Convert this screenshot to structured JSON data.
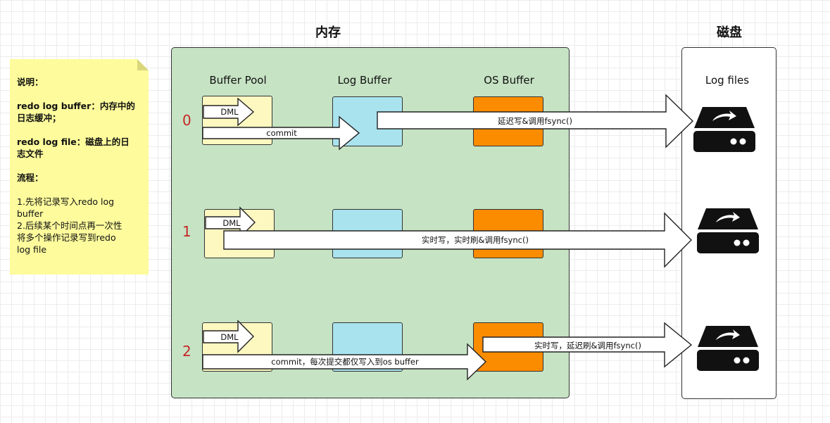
{
  "titles": {
    "memory": "内存",
    "disk": "磁盘"
  },
  "columns": {
    "buffer_pool": "Buffer Pool",
    "log_buffer": "Log Buffer",
    "os_buffer": "OS Buffer",
    "log_files": "Log files"
  },
  "note": {
    "heading": "说明：",
    "line1a": "redo log buffer：内存中的",
    "line1b": "日志缓冲；",
    "line2a": "redo log file：磁盘上的日",
    "line2b": "志文件",
    "flow_heading": "流程：",
    "step1a": "1.先将记录写入redo log",
    "step1b": "buffer",
    "step2a": "2.后续某个时间点再一次性",
    "step2b": "将多个操作记录写到redo",
    "step2c": "log file"
  },
  "rows": [
    {
      "num": "0",
      "dml": "DML",
      "commit": "commit",
      "flush": "延迟写&调用fsync()"
    },
    {
      "num": "1",
      "dml": "DML",
      "flush": "实时写，实时刷&调用fsync()"
    },
    {
      "num": "2",
      "dml": "DML",
      "commit": "commit，每次提交都仅写入到os buffer",
      "flush": "实时写，延迟刷&调用fsync()"
    }
  ],
  "colors": {
    "memory_bg": "#c6e3c4",
    "note_bg": "#fdfb9c",
    "log_buffer": "#a9e3ee",
    "os_buffer": "#fb8c00",
    "buffer_pool": "#fdf7c0",
    "row_number": "#c62828"
  },
  "icons": [
    "disk-drive-icon",
    "arrow-icon"
  ]
}
